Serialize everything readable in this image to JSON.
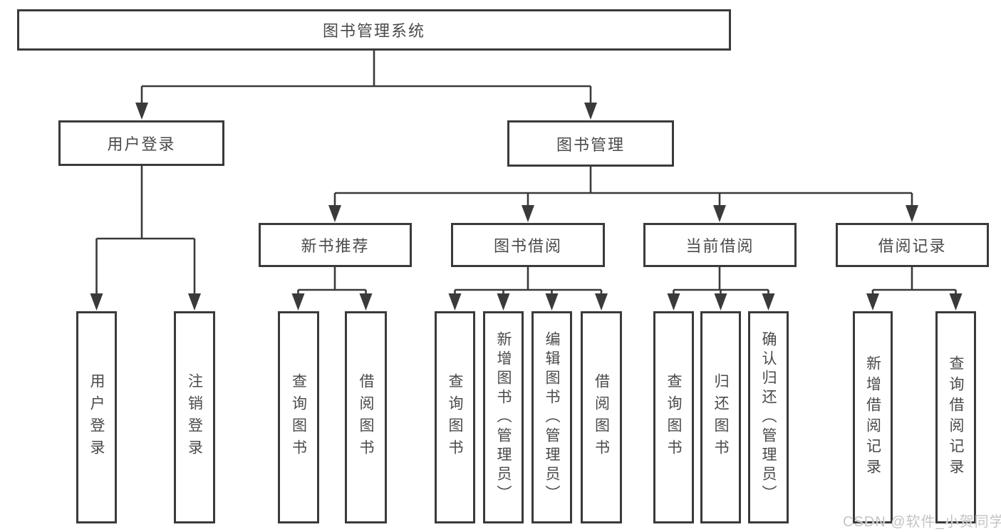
{
  "diagram": {
    "root": {
      "label": "图书管理系统"
    },
    "level2": [
      {
        "label": "用户登录"
      },
      {
        "label": "图书管理"
      }
    ],
    "level3": [
      {
        "label": "新书推荐"
      },
      {
        "label": "图书借阅"
      },
      {
        "label": "当前借阅"
      },
      {
        "label": "借阅记录"
      }
    ],
    "leaves": {
      "user_login": [
        "用户登录",
        "注销登录"
      ],
      "new_books": [
        "查询图书",
        "借阅图书"
      ],
      "book_borrowing": [
        "查询图书",
        "新增图书（管理员）",
        "编辑图书（管理员）",
        "借阅图书"
      ],
      "current_borrowing": [
        "查询图书",
        "归还图书",
        "确认归还（管理员）"
      ],
      "borrowing_records": [
        "新增借阅记录",
        "查询借阅记录"
      ]
    }
  },
  "watermark": {
    "text": "CSDN @软件_小贺同学"
  },
  "colors": {
    "line": "#3a3a3a",
    "text": "#4a4a4a",
    "background": "#ffffff",
    "watermark": "#c4c4c4"
  }
}
